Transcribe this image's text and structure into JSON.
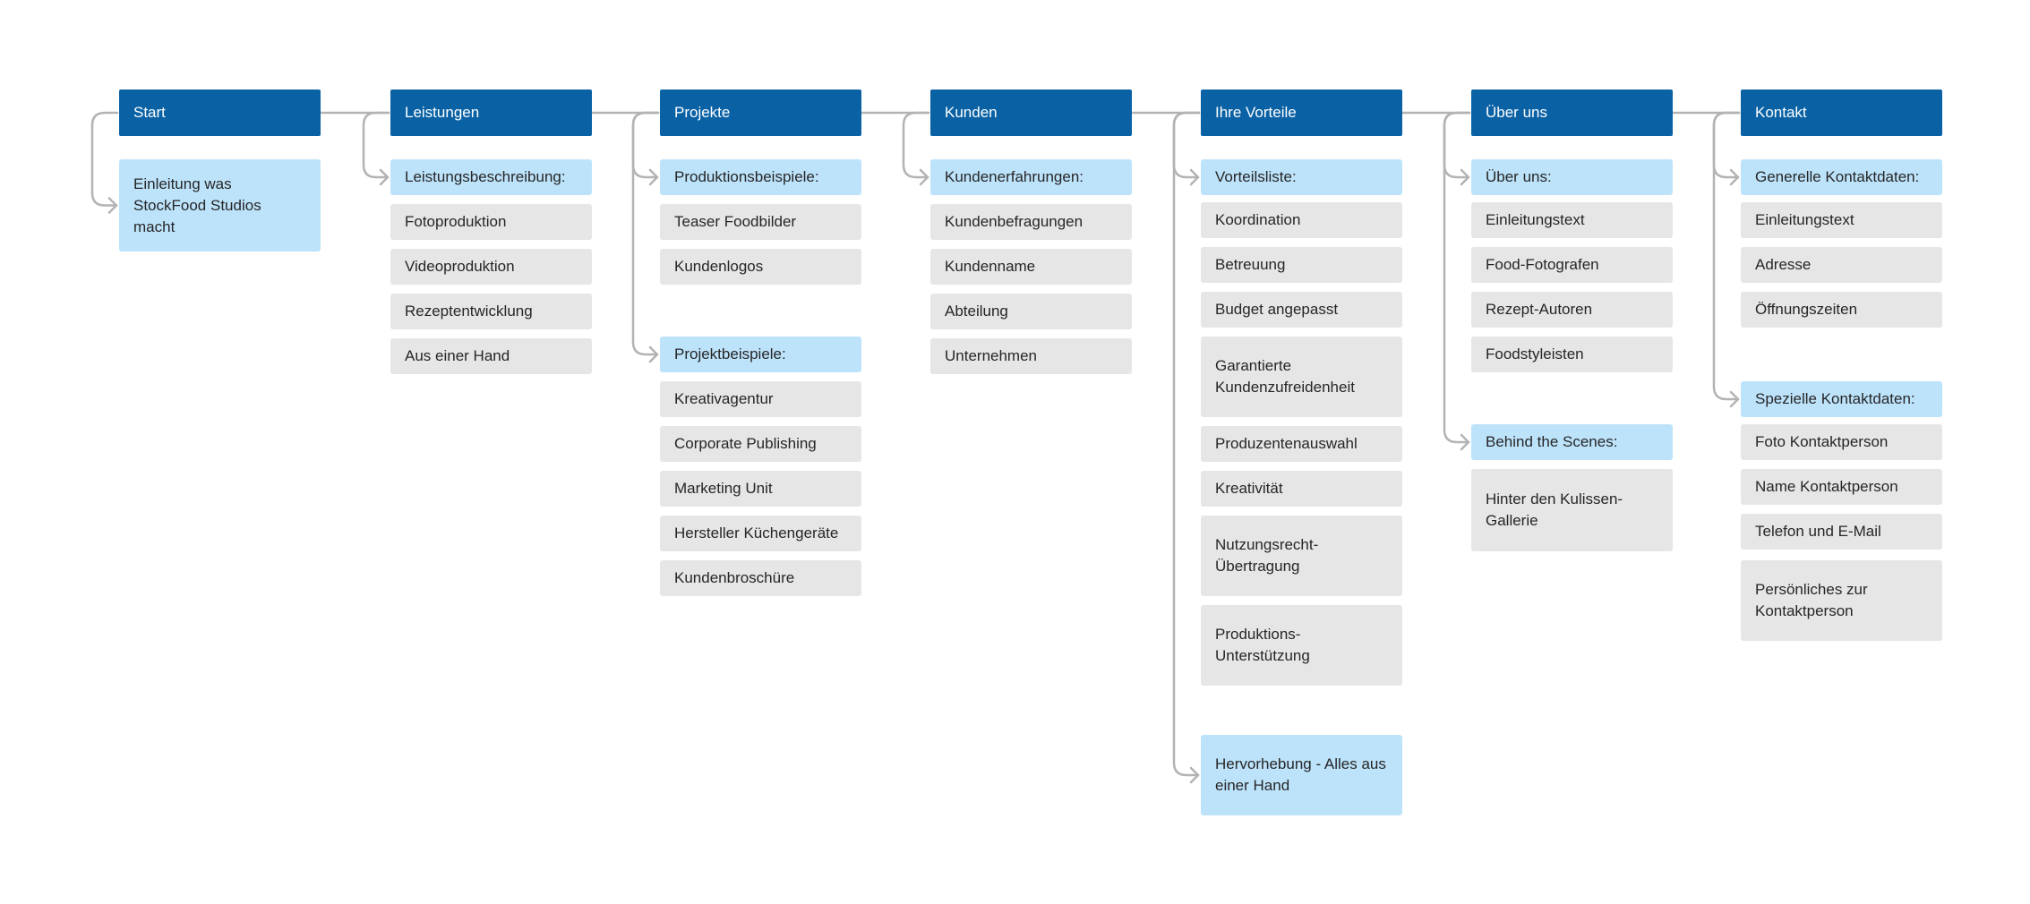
{
  "colors": {
    "header_bg": "#0a62a5",
    "header_text": "#ffffff",
    "section_bg": "#bde3fb",
    "item_bg": "#e6e6e6",
    "text": "#262626",
    "connector": "#b3b3b3"
  },
  "columns": [
    {
      "title": "Start",
      "nodes": [
        {
          "kind": "section",
          "label": "Einleitung was StockFood Studios macht"
        }
      ]
    },
    {
      "title": "Leistungen",
      "nodes": [
        {
          "kind": "section",
          "label": "Leistungsbeschreibung:"
        },
        {
          "kind": "item",
          "label": "Fotoproduktion"
        },
        {
          "kind": "item",
          "label": "Videoproduktion"
        },
        {
          "kind": "item",
          "label": "Rezeptentwicklung"
        },
        {
          "kind": "item",
          "label": "Aus einer Hand"
        }
      ]
    },
    {
      "title": "Projekte",
      "nodes": [
        {
          "kind": "section",
          "label": "Produktionsbeispiele:"
        },
        {
          "kind": "item",
          "label": "Teaser Foodbilder"
        },
        {
          "kind": "item",
          "label": "Kundenlogos"
        },
        {
          "kind": "section",
          "label": "Projektbeispiele:"
        },
        {
          "kind": "item",
          "label": "Kreativagentur"
        },
        {
          "kind": "item",
          "label": "Corporate Publishing"
        },
        {
          "kind": "item",
          "label": "Marketing Unit"
        },
        {
          "kind": "item",
          "label": "Hersteller Küchengeräte"
        },
        {
          "kind": "item",
          "label": "Kundenbroschüre"
        }
      ]
    },
    {
      "title": "Kunden",
      "nodes": [
        {
          "kind": "section",
          "label": "Kundenerfahrungen:"
        },
        {
          "kind": "item",
          "label": "Kundenbefragungen"
        },
        {
          "kind": "item",
          "label": "Kundenname"
        },
        {
          "kind": "item",
          "label": "Abteilung"
        },
        {
          "kind": "item",
          "label": "Unternehmen"
        }
      ]
    },
    {
      "title": "Ihre Vorteile",
      "nodes": [
        {
          "kind": "section",
          "label": "Vorteilsliste:"
        },
        {
          "kind": "item",
          "label": "Koordination"
        },
        {
          "kind": "item",
          "label": "Betreuung"
        },
        {
          "kind": "item",
          "label": "Budget angepasst"
        },
        {
          "kind": "item",
          "label": "Garantierte Kundenzufreidenheit"
        },
        {
          "kind": "item",
          "label": "Produzentenauswahl"
        },
        {
          "kind": "item",
          "label": "Kreativität"
        },
        {
          "kind": "item",
          "label": "Nutzungsrecht-Übertragung"
        },
        {
          "kind": "item",
          "label": "Produktions-Unterstützung"
        },
        {
          "kind": "section",
          "label": "Hervorhebung - Alles aus einer Hand"
        }
      ]
    },
    {
      "title": "Über uns",
      "nodes": [
        {
          "kind": "section",
          "label": "Über uns:"
        },
        {
          "kind": "item",
          "label": "Einleitungstext"
        },
        {
          "kind": "item",
          "label": "Food-Fotografen"
        },
        {
          "kind": "item",
          "label": "Rezept-Autoren"
        },
        {
          "kind": "item",
          "label": "Foodstyleisten"
        },
        {
          "kind": "section",
          "label": "Behind the Scenes:"
        },
        {
          "kind": "item",
          "label": "Hinter den Kulissen-Gallerie"
        }
      ]
    },
    {
      "title": "Kontakt",
      "nodes": [
        {
          "kind": "section",
          "label": "Generelle Kontaktdaten:"
        },
        {
          "kind": "item",
          "label": "Einleitungstext"
        },
        {
          "kind": "item",
          "label": "Adresse"
        },
        {
          "kind": "item",
          "label": "Öffnungszeiten"
        },
        {
          "kind": "section",
          "label": "Spezielle Kontaktdaten:"
        },
        {
          "kind": "item",
          "label": "Foto Kontaktperson"
        },
        {
          "kind": "item",
          "label": "Name Kontaktperson"
        },
        {
          "kind": "item",
          "label": "Telefon und E-Mail"
        },
        {
          "kind": "item",
          "label": "Persönliches zur Kontaktperson"
        }
      ]
    }
  ]
}
